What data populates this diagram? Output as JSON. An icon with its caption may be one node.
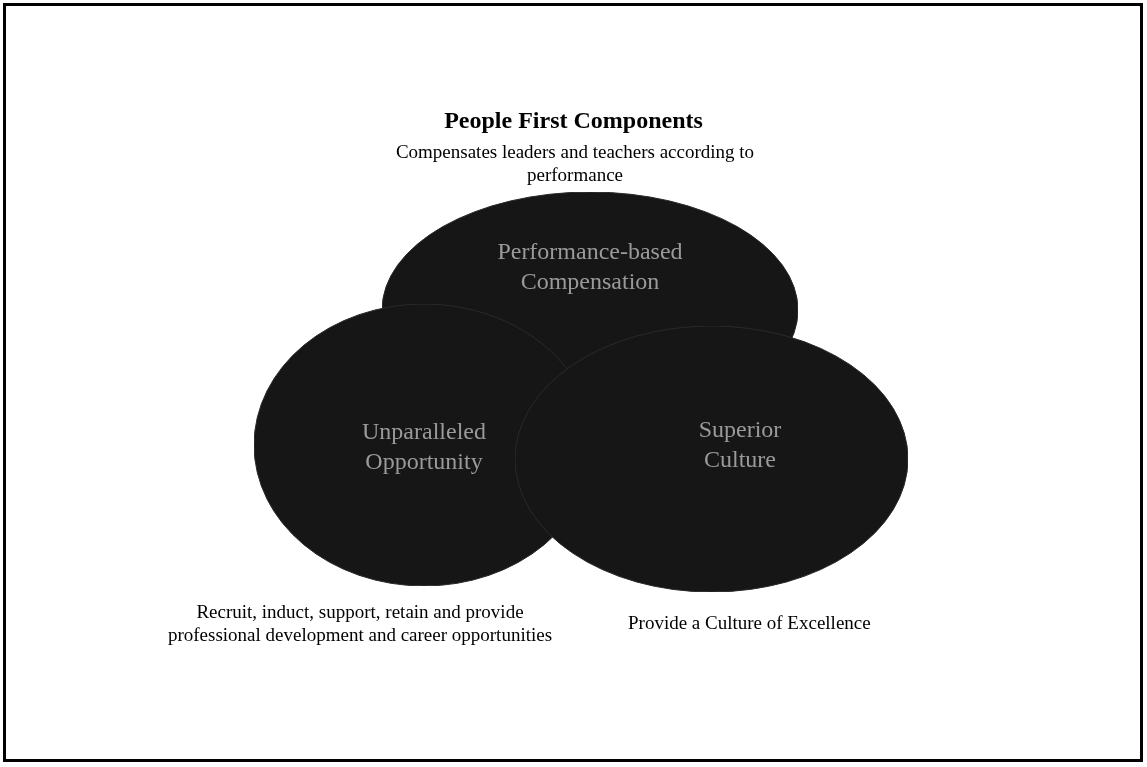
{
  "diagram": {
    "title": "People First Components",
    "nodes": [
      {
        "text": [
          "Performance-based Compensation"
        ],
        "beside": [
          "Compensates leaders and teachers according to performance"
        ]
      },
      {
        "text": [
          "Unparalleled Opportunity"
        ],
        "beside": [
          "Recruit, induct, support, retain and provide professional development and career opportunities"
        ]
      },
      {
        "text": [
          "Superior Culture"
        ],
        "beside": [
          "Provide a Culture of Excellence"
        ]
      }
    ],
    "edges": []
  }
}
